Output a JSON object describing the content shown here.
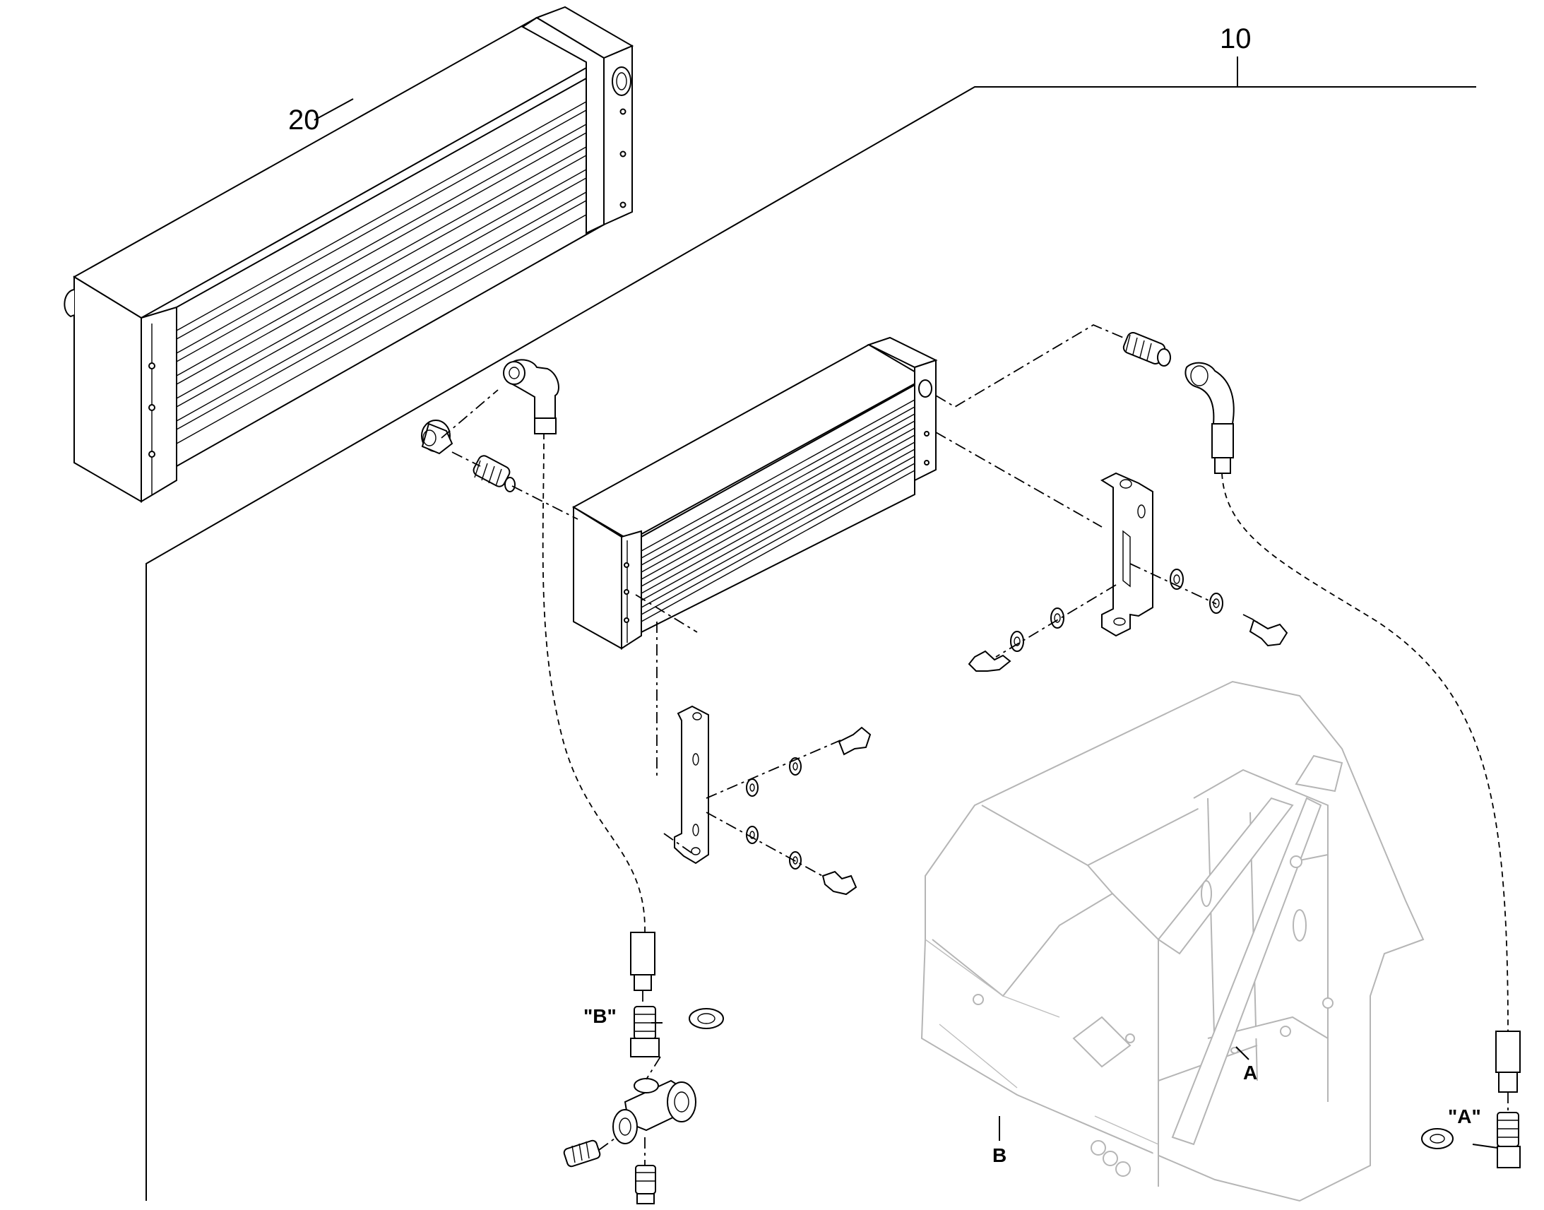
{
  "labels": {
    "item_10": "10",
    "item_20": "20",
    "detail_a_callout": "\"A\"",
    "detail_b_callout": "\"B\"",
    "point_a": "A",
    "point_b": "B"
  },
  "colors": {
    "line": "#000000",
    "frame_grey": "#b5b5b5",
    "background": "#ffffff"
  }
}
